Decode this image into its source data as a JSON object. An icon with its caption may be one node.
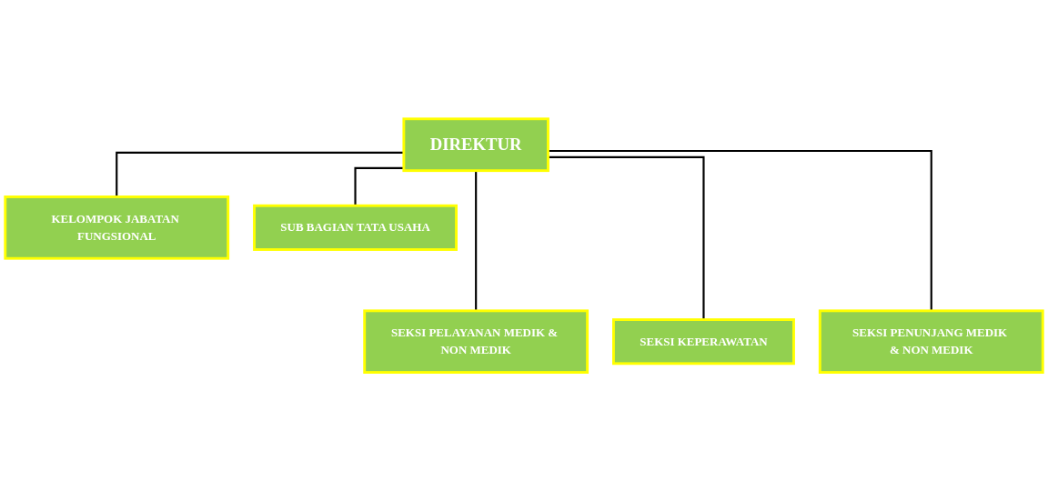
{
  "diagram": {
    "nodes": [
      {
        "text": [
          "DIREKTUR"
        ]
      },
      {
        "text": [
          "KELOMPOK JABATAN FUNGSIONAL"
        ]
      },
      {
        "text": [
          "SUB BAGIAN TATA USAHA"
        ]
      },
      {
        "text": [
          "SEKSI PELAYANAN MEDIK & NON MEDIK"
        ]
      },
      {
        "text": [
          "SEKSI KEPERAWATAN"
        ]
      },
      {
        "text": [
          "SEKSI PENUNJANG MEDIK & NON MEDIK"
        ]
      }
    ],
    "edges": [
      {
        "from": 0,
        "to": 1,
        "arrow": "none"
      },
      {
        "from": 0,
        "to": 2,
        "arrow": "none"
      },
      {
        "from": 0,
        "to": 3,
        "arrow": "none"
      },
      {
        "from": 0,
        "to": 4,
        "arrow": "none"
      },
      {
        "from": 0,
        "to": 5,
        "arrow": "none"
      }
    ]
  }
}
